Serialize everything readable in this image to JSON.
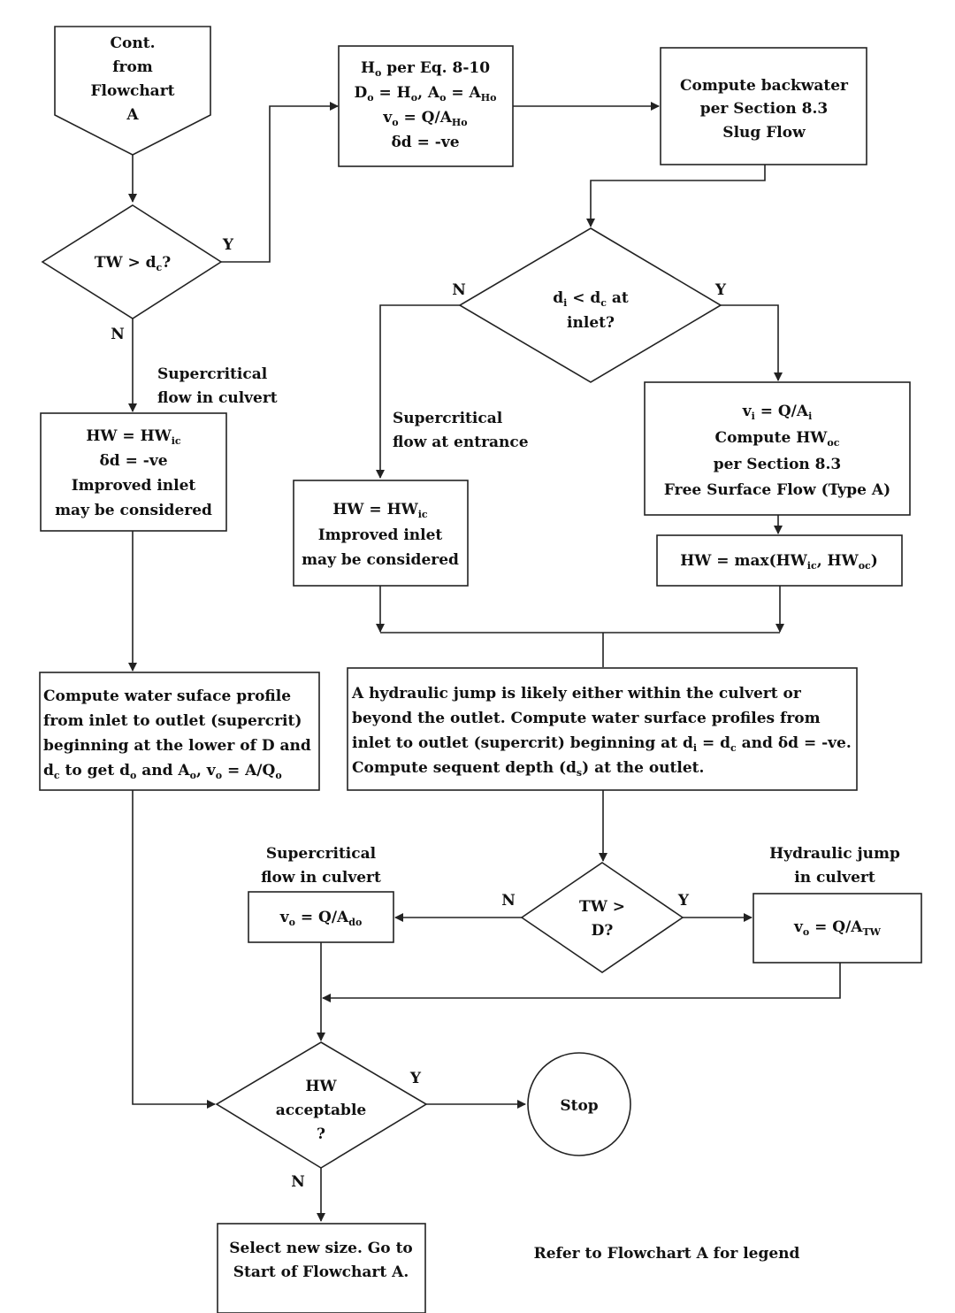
{
  "nodes": {
    "cont_from": [
      "Cont.",
      "from",
      "Flowchart",
      "A"
    ],
    "d1": [
      "TW > d",
      "c",
      "?"
    ],
    "box_hc": {
      "l1": [
        "H",
        "o",
        " per Eq. 8-10"
      ],
      "l2": [
        "D",
        "o",
        " = H",
        "o",
        ", A",
        "o",
        " = A",
        "Ho"
      ],
      "l3": [
        "v",
        "o",
        " = Q/A",
        "Ho"
      ],
      "l4": "δd = -ve"
    },
    "box_backwater": [
      "Compute backwater",
      "per Section 8.3",
      "Slug Flow"
    ],
    "d2": [
      "d",
      "i",
      " < d",
      "c",
      " at",
      "inlet?"
    ],
    "box_hw_ic_left": {
      "l1": [
        "HW = HW",
        "ic"
      ],
      "l2": "δd = -ve",
      "l3": "Improved inlet",
      "l4": "may be considered"
    },
    "box_hw_ic_mid": {
      "l1": [
        "HW = HW",
        "ic"
      ],
      "l2": "Improved inlet",
      "l3": "may be considered"
    },
    "box_vi": {
      "l1": [
        "v",
        "i",
        " = Q/A",
        "i"
      ],
      "l2": [
        "Compute HW",
        "oc"
      ],
      "l3": "per Section 8.3",
      "l4": "Free Surface Flow (Type A)"
    },
    "box_hwmax": [
      "HW = max(HW",
      "ic",
      ", HW",
      "oc",
      ")"
    ],
    "box_profile_left": {
      "l1": "Compute water suface profile",
      "l2": "from inlet to outlet (supercrit)",
      "l3": "beginning at the lower of D and",
      "l4": [
        "d",
        "c",
        " to get d",
        "o",
        " and A",
        "o",
        ", v",
        "o",
        " = A/Q",
        "o"
      ]
    },
    "box_jump": {
      "l1": "A hydraulic jump is likely either within the culvert or",
      "l2": "beyond the outlet.  Compute water surface profiles from",
      "l3": [
        "inlet to outlet (supercrit) beginning at d",
        "i",
        " = d",
        "c",
        " and δd = -ve."
      ],
      "l4": [
        "Compute sequent depth (d",
        "s",
        ") at the outlet."
      ]
    },
    "d3": [
      "TW >",
      "D?"
    ],
    "box_vo_left": [
      "v",
      "o",
      " = Q/A",
      "do"
    ],
    "box_vo_right": [
      "v",
      "o",
      " = Q/A",
      "TW"
    ],
    "d4": [
      "HW",
      "acceptable",
      "?"
    ],
    "stop": "Stop",
    "box_select": [
      "Select new size.  Go to",
      "Start of Flowchart A."
    ]
  },
  "labels": {
    "yes": "Y",
    "no": "N",
    "supercrit_culvert_1": [
      "Supercritical",
      "flow in culvert"
    ],
    "supercrit_entrance": [
      "Supercritical",
      "flow at entrance"
    ],
    "supercrit_culvert_2": [
      "Supercritical",
      "flow in culvert"
    ],
    "hydraulic_jump": [
      "Hydraulic jump",
      "in culvert"
    ],
    "legend_note": "Refer to Flowchart A for legend"
  }
}
